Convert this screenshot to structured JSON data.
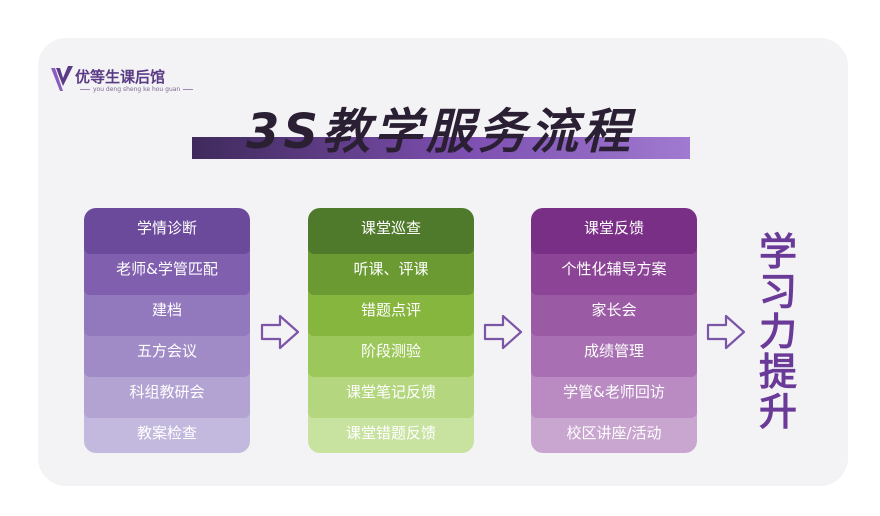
{
  "logo": {
    "name": "优等生课后馆",
    "pinyin": "you deng sheng ke hou guan",
    "color": "#5a3b86"
  },
  "title": "3S教学服务流程",
  "columns": [
    {
      "items": [
        "学情诊断",
        "老师&学管匹配",
        "建档",
        "五方会议",
        "科组教研会",
        "教案检查"
      ],
      "colors": [
        "#6b4a9c",
        "#7f5fae",
        "#9278bc",
        "#a08bc6",
        "#b2a3d2",
        "#c3b8dd"
      ]
    },
    {
      "items": [
        "课堂巡查",
        "听课、评课",
        "错题点评",
        "阶段测验",
        "课堂笔记反馈",
        "课堂错题反馈"
      ],
      "colors": [
        "#4f7a2c",
        "#6b9a33",
        "#86b63d",
        "#9cc75a",
        "#b3d67f",
        "#c8e2a0"
      ]
    },
    {
      "items": [
        "课堂反馈",
        "个性化辅导方案",
        "家长会",
        "成绩管理",
        "学管&老师回访",
        "校区讲座/活动"
      ],
      "colors": [
        "#7a2f86",
        "#8c4496",
        "#9a5aa4",
        "#a870b2",
        "#b98bc2",
        "#c9a6d0"
      ]
    }
  ],
  "arrow_color": "#7a55a8",
  "result": [
    "学",
    "习",
    "力",
    "提",
    "升"
  ],
  "result_color": "#6a3a98"
}
